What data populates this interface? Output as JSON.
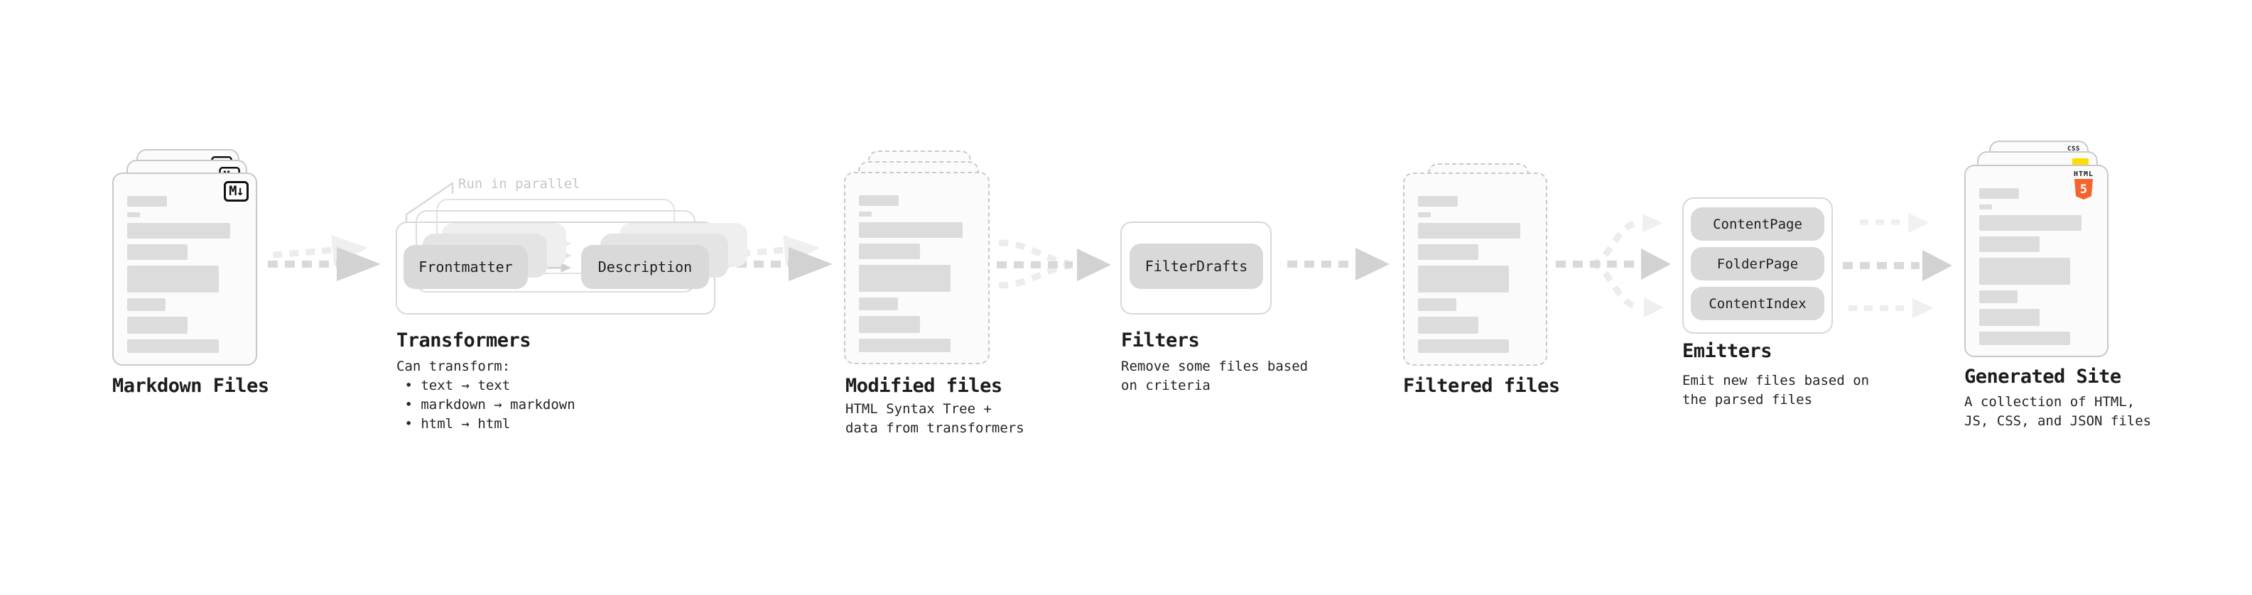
{
  "diagram": {
    "markdown_files": {
      "label": "Markdown Files",
      "badge": "M↓"
    },
    "transformers": {
      "annotation": "Run in parallel",
      "pill_left": "Frontmatter",
      "pill_right": "Description",
      "title": "Transformers",
      "desc": "Can transform:\n • text → text\n • markdown → markdown\n • html → html"
    },
    "modified_files": {
      "label": "Modified files",
      "desc": "HTML Syntax Tree +\ndata from transformers"
    },
    "filters": {
      "pill": "FilterDrafts",
      "title": "Filters",
      "desc": "Remove some files based\non criteria"
    },
    "filtered_files": {
      "label": "Filtered files"
    },
    "emitters": {
      "pills": [
        "ContentPage",
        "FolderPage",
        "ContentIndex"
      ],
      "title": "Emitters",
      "desc": "Emit new files based on\nthe parsed files"
    },
    "generated_site": {
      "label": "Generated Site",
      "desc": "A collection of HTML,\nJS, CSS, and JSON files",
      "html5_badge_word": "HTML",
      "html5_badge_numeral": "5",
      "css_badge": "CSS"
    },
    "colors": {
      "html5_orange": "#f4642c",
      "js_yellow": "#ffdd00",
      "css_blue": "#2c6bed"
    }
  },
  "skeleton_bars": [
    {
      "w": 31,
      "h": 15
    },
    {
      "w": 10,
      "h": 7
    },
    {
      "w": 80,
      "h": 22
    },
    {
      "w": 47,
      "h": 22
    },
    {
      "w": 71,
      "h": 38
    },
    {
      "w": 30,
      "h": 18
    },
    {
      "w": 47,
      "h": 24
    },
    {
      "w": 71,
      "h": 19
    }
  ]
}
